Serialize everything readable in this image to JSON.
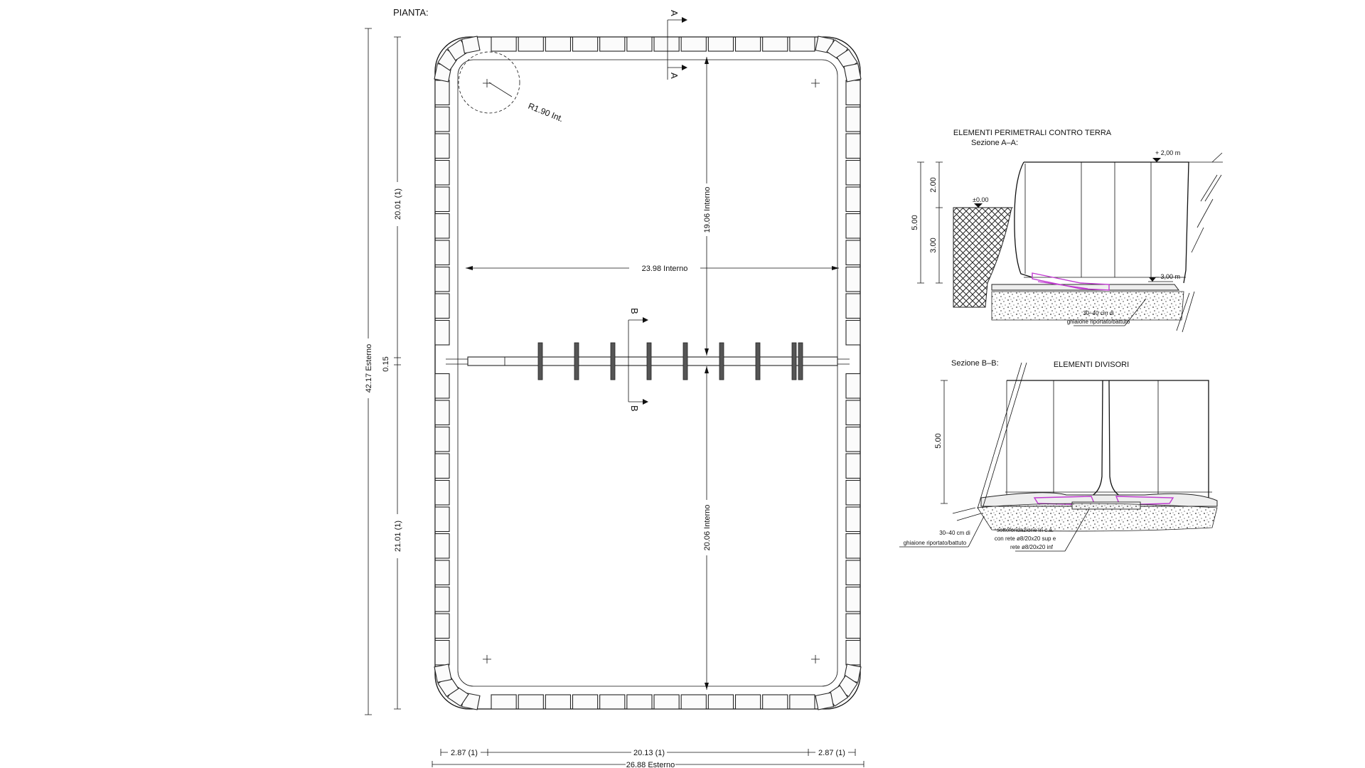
{
  "plan": {
    "title": "PIANTA:",
    "radius_label": "R1.90 Int.",
    "interior_width": "23.98 Interno",
    "interior_length_top": "19.06 Interno",
    "interior_length_bottom": "20.06 Interno",
    "total_length": "42.17 Esterno",
    "top_half": "20.01 (1)",
    "bottom_half": "21.01 (1)",
    "gap": "0.15",
    "left_end": "2.87 (1)",
    "middle": "20.13 (1)",
    "right_end": "2.87 (1)",
    "total_width": "26.88 Esterno",
    "cut_a": "A",
    "cut_b": "B"
  },
  "section_aa": {
    "heading": "ELEMENTI PERIMETRALI CONTRO TERRA",
    "title": "Sezione A–A:",
    "level_top": "+ 2,00 m",
    "level_zero": "±0.00",
    "level_bottom": "– 3,00 m",
    "dim_total": "5.00",
    "dim_upper": "2.00",
    "dim_lower": "3.00",
    "gravel_line1": "30–40 cm di",
    "gravel_line2": "ghiaione riportato/battuto"
  },
  "section_bb": {
    "title": "Sezione B–B:",
    "heading": "ELEMENTI DIVISORI",
    "dim_height": "5.00",
    "gravel_line1": "30–40 cm di",
    "gravel_line2": "ghiaione riportato/battuto",
    "foundation_line1": "sottofondazione in c.a.",
    "foundation_line2": "con rete ø8/20x20 sup e",
    "foundation_line3": "rete ø8/20x20 inf"
  }
}
